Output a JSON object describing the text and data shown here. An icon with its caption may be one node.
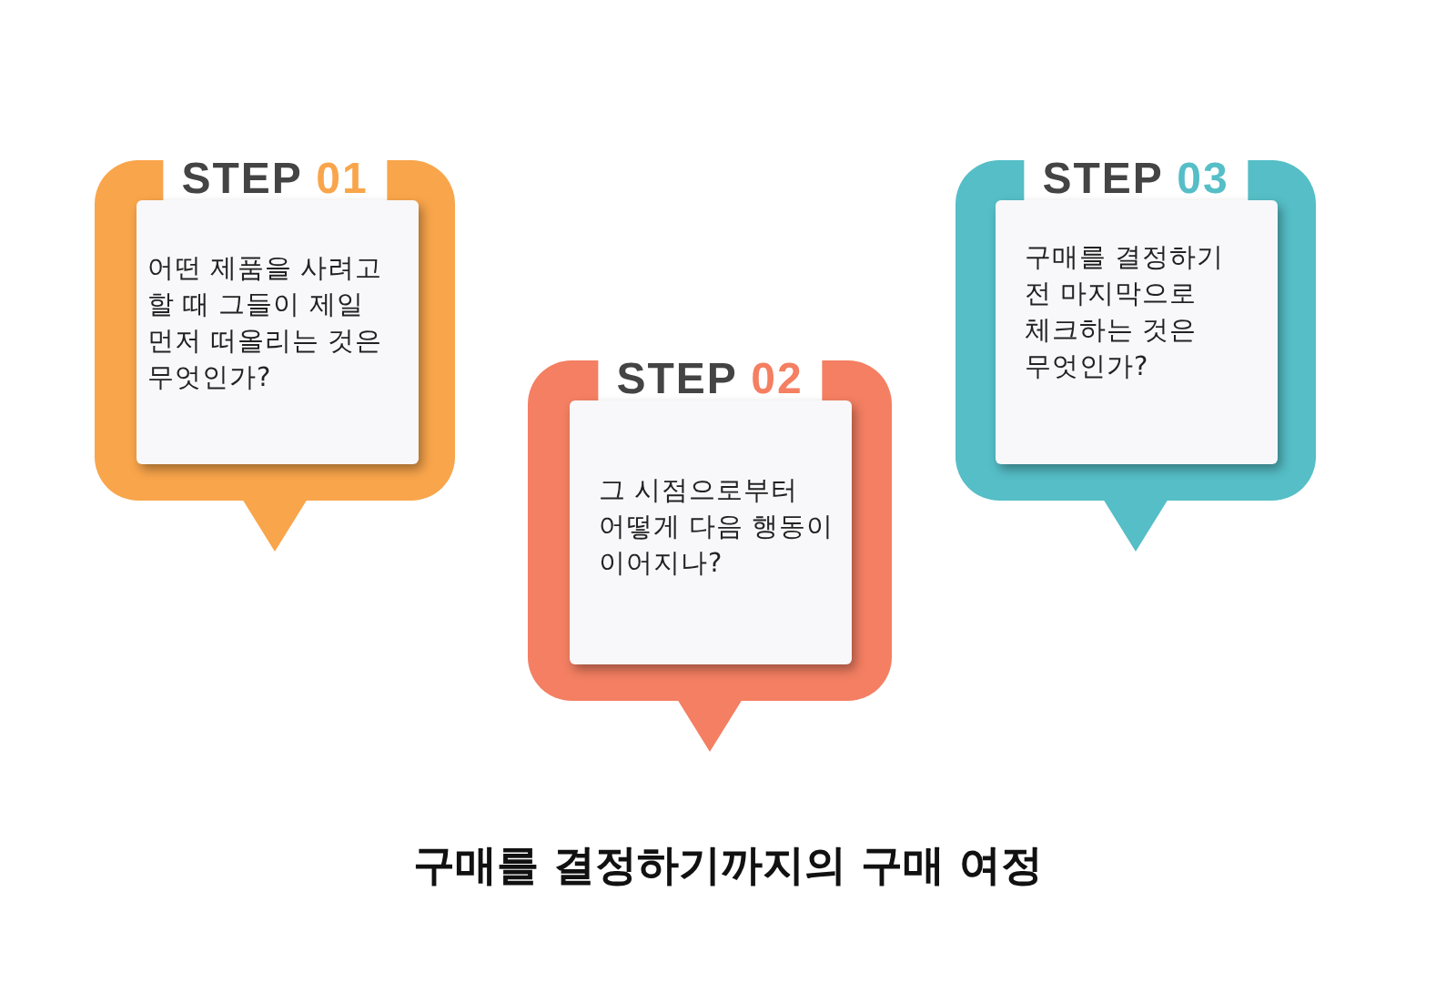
{
  "diagram": {
    "title": "구매를 결정하기까지의 구매 여정",
    "nodes": [
      {
        "text": [
          "STEP 01",
          "어떤 제품을 사려고 할 때 그들이 제일 먼저 떠올리는 것은 무엇인가?"
        ]
      },
      {
        "text": [
          "STEP 02",
          "그 시점으로부터 어떻게 다음 행동이 이어지나?"
        ]
      },
      {
        "text": [
          "STEP 03",
          "구매를 결정하기 전 마지막으로 체크하는 것은 무엇인가?"
        ]
      }
    ]
  }
}
